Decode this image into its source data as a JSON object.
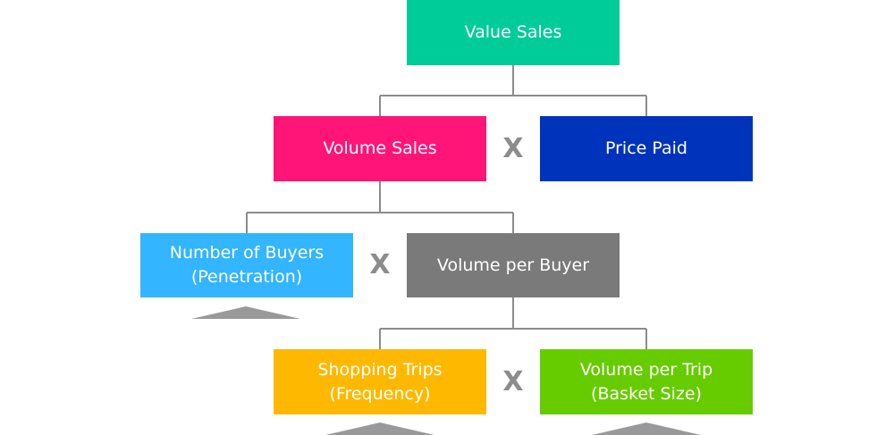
{
  "colors": {
    "value_sales": "#00CC99",
    "volume_sales": "#FF1478",
    "price_paid": "#0033BB",
    "buyers": "#33B5FF",
    "volume_per_buyer": "#7A7A7A",
    "trips": "#FFB800",
    "volume_per_trip": "#66CC00",
    "connector": "#8C8C8C",
    "triangle": "#999999",
    "operator": "#8C8C8C"
  },
  "nodes": {
    "value_sales": {
      "lines": [
        "Value Sales"
      ]
    },
    "volume_sales": {
      "lines": [
        "Volume Sales"
      ]
    },
    "price_paid": {
      "lines": [
        "Price Paid"
      ]
    },
    "buyers": {
      "lines": [
        "Number of Buyers",
        "(Penetration)"
      ]
    },
    "volume_per_buyer": {
      "lines": [
        "Volume per Buyer"
      ]
    },
    "trips": {
      "lines": [
        "Shopping Trips",
        "(Frequency)"
      ]
    },
    "volume_per_trip": {
      "lines": [
        "Volume per Trip",
        "(Basket Size)"
      ]
    }
  },
  "operators": {
    "level1": "X",
    "level2": "X",
    "level3": "X"
  }
}
